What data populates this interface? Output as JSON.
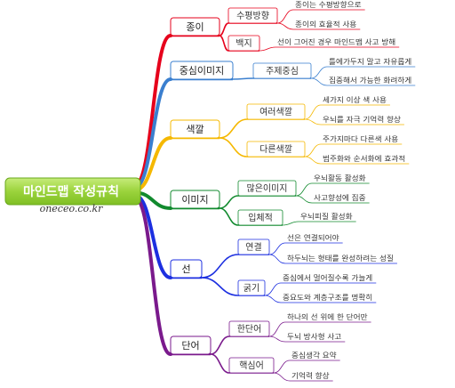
{
  "root": {
    "label": "마인드맵 작성규칙",
    "watermark": "oneceo.co.kr"
  },
  "colors": {
    "paper": "#e6001b",
    "central": "#3a7fcf",
    "color": "#f5b800",
    "image": "#118a2e",
    "line": "#1c2fe0",
    "word": "#7a1a8c",
    "root_fill": "#9bd33c"
  },
  "branches": [
    {
      "key": "paper",
      "label": "종이",
      "children": [
        {
          "label": "수평방향",
          "leaves": [
            "종이는 수평방향으로",
            "종이의 효율적 사용"
          ]
        },
        {
          "label": "백지",
          "leaves": [
            "선이 그어진 경우 마인드맵 사고 방해"
          ]
        }
      ]
    },
    {
      "key": "central",
      "label": "중심이미지",
      "children": [
        {
          "label": "주제중심",
          "leaves": [
            "틀에가두지 말고 자유롭게",
            "집중해서 가능한 화려하게"
          ]
        }
      ]
    },
    {
      "key": "color",
      "label": "색깔",
      "children": [
        {
          "label": "여러색깔",
          "leaves": [
            "세가지 이상 색 사용",
            "우뇌를 자극 기억력 향상"
          ]
        },
        {
          "label": "다른색깔",
          "leaves": [
            "주가지마다 다른색 사용",
            "범주화와 순서화에 효과적"
          ]
        }
      ]
    },
    {
      "key": "image",
      "label": "이미지",
      "children": [
        {
          "label": "많은이미지",
          "leaves": [
            "우뇌활동 활성화",
            "사고향성에 집중"
          ]
        },
        {
          "label": "입체적",
          "leaves": [
            "우뇌피질 활성화"
          ]
        }
      ]
    },
    {
      "key": "line",
      "label": "선",
      "children": [
        {
          "label": "연결",
          "leaves": [
            "선은 연결되어야",
            "하두뇌는 형태를 완성하려는 성질"
          ]
        },
        {
          "label": "굵기",
          "leaves": [
            "중심에서 멀어질수록 가늘게",
            "중요도와 계층구조를 명확히"
          ]
        }
      ]
    },
    {
      "key": "word",
      "label": "단어",
      "children": [
        {
          "label": "한단어",
          "leaves": [
            "하나의 선 위에 한 단어만",
            "두뇌 방사형 사고"
          ]
        },
        {
          "label": "핵심어",
          "leaves": [
            "중심생각 요약",
            "기억력 향상"
          ]
        }
      ]
    }
  ]
}
